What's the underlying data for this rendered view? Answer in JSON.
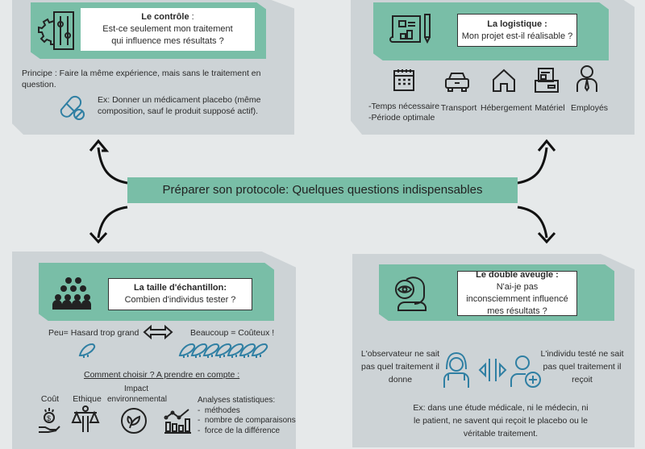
{
  "center_title": "Préparer son protocole: Quelques questions indispensables",
  "controle": {
    "title": "Le contrôle",
    "title_suffix": " :",
    "question": "Est-ce seulement mon traitement qui influence mes résultats ?",
    "principe": "Principe : Faire la même expérience, mais sans le traitement en question.",
    "example": "Ex: Donner un médicament placebo (même composition, sauf le produit supposé actif)."
  },
  "logistique": {
    "title": "La logistique :",
    "question": "Mon projet est-il réalisable ?",
    "items": [
      {
        "label": "-Temps nécessaire",
        "label2": "-Période optimale",
        "icon": "calendar-icon"
      },
      {
        "label": "Transport",
        "icon": "car-icon"
      },
      {
        "label": "Hébergement",
        "icon": "house-icon"
      },
      {
        "label": "Matériel",
        "icon": "box-icon"
      },
      {
        "label": "Employés",
        "icon": "employee-icon"
      }
    ]
  },
  "echantillon": {
    "title": "La taille d'échantillon:",
    "question": "Combien d'individus tester ?",
    "peu": "Peu= Hasard trop grand",
    "beaucoup": "Beaucoup = Coûteux !",
    "choose": "Comment choisir ? A prendre en compte :",
    "criteria": [
      "Coût",
      "Ethique",
      "Impact environnemental"
    ],
    "stats_title": "Analyses statistiques:",
    "stats": [
      "méthodes",
      "nombre de comparaisons",
      "force de la différence"
    ]
  },
  "aveugle": {
    "title": "Le double aveugle :",
    "question": "N'ai-je pas inconsciemment influencé mes résultats ?",
    "observer": "L'observateur ne sait pas quel traitement il donne",
    "subject": "L'individu testé ne sait pas quel traitement il reçoit",
    "example": "Ex: dans une étude médicale, ni le médecin, ni le patient, ne savent qui reçoit le placebo ou le véritable traitement."
  },
  "colors": {
    "green": "#79bea7",
    "panel": "#cdd3d6",
    "icon_blue": "#2f7fa3"
  }
}
